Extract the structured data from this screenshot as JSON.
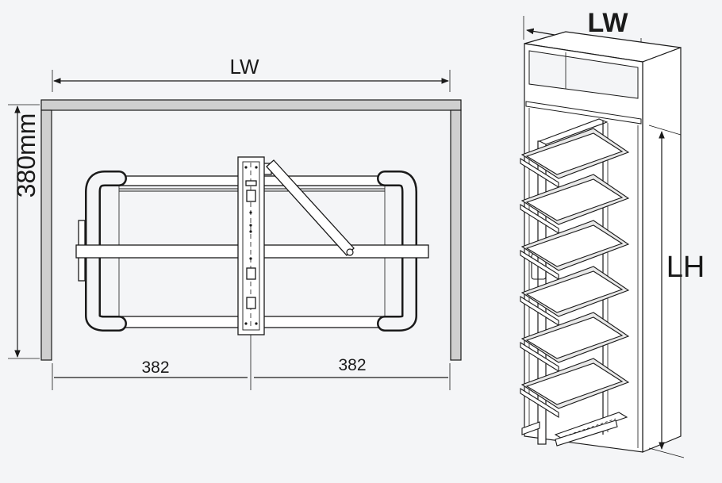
{
  "top_view": {
    "width_label": "LW",
    "depth_label": "380mm",
    "left_half_label": "382",
    "right_half_label": "382"
  },
  "side_view": {
    "width_label": "LW",
    "height_label": "LH"
  },
  "colors": {
    "background": "#f4f5f7",
    "line": "#1a1a1a",
    "cabinet_top": "#cfcfcf"
  }
}
